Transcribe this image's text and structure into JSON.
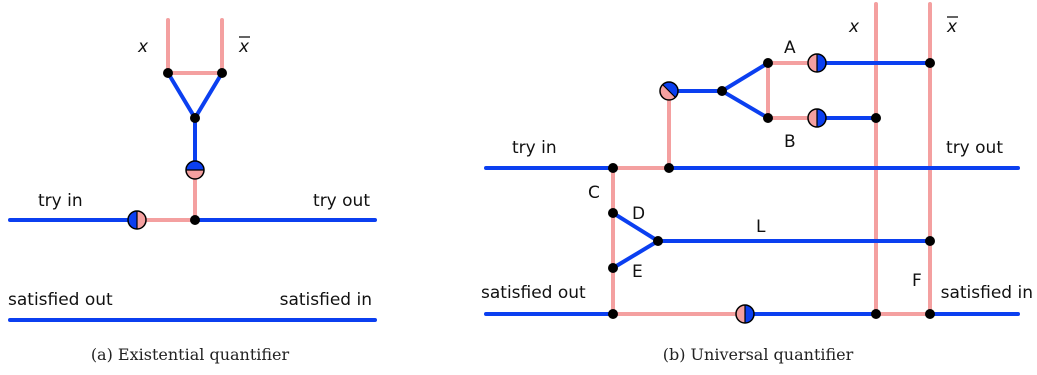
{
  "colors": {
    "blue": "#0b3ff0",
    "pink": "#f4a0a0",
    "node": "#000000",
    "text": "#111111"
  },
  "diagram_a": {
    "caption": "(a) Existential quantifier",
    "var_x": "x",
    "var_xbar": "x",
    "try_in": "try in",
    "try_out": "try out",
    "satisfied_out": "satisfied out",
    "satisfied_in": "satisfied in"
  },
  "diagram_b": {
    "caption": "(b) Universal quantifier",
    "var_x": "x",
    "var_xbar": "x",
    "try_in": "try in",
    "try_out": "try out",
    "satisfied_out": "satisfied out",
    "satisfied_in": "satisfied in",
    "label_a": "A",
    "label_b": "B",
    "label_c": "C",
    "label_d": "D",
    "label_e": "E",
    "label_f": "F",
    "label_l": "L"
  }
}
